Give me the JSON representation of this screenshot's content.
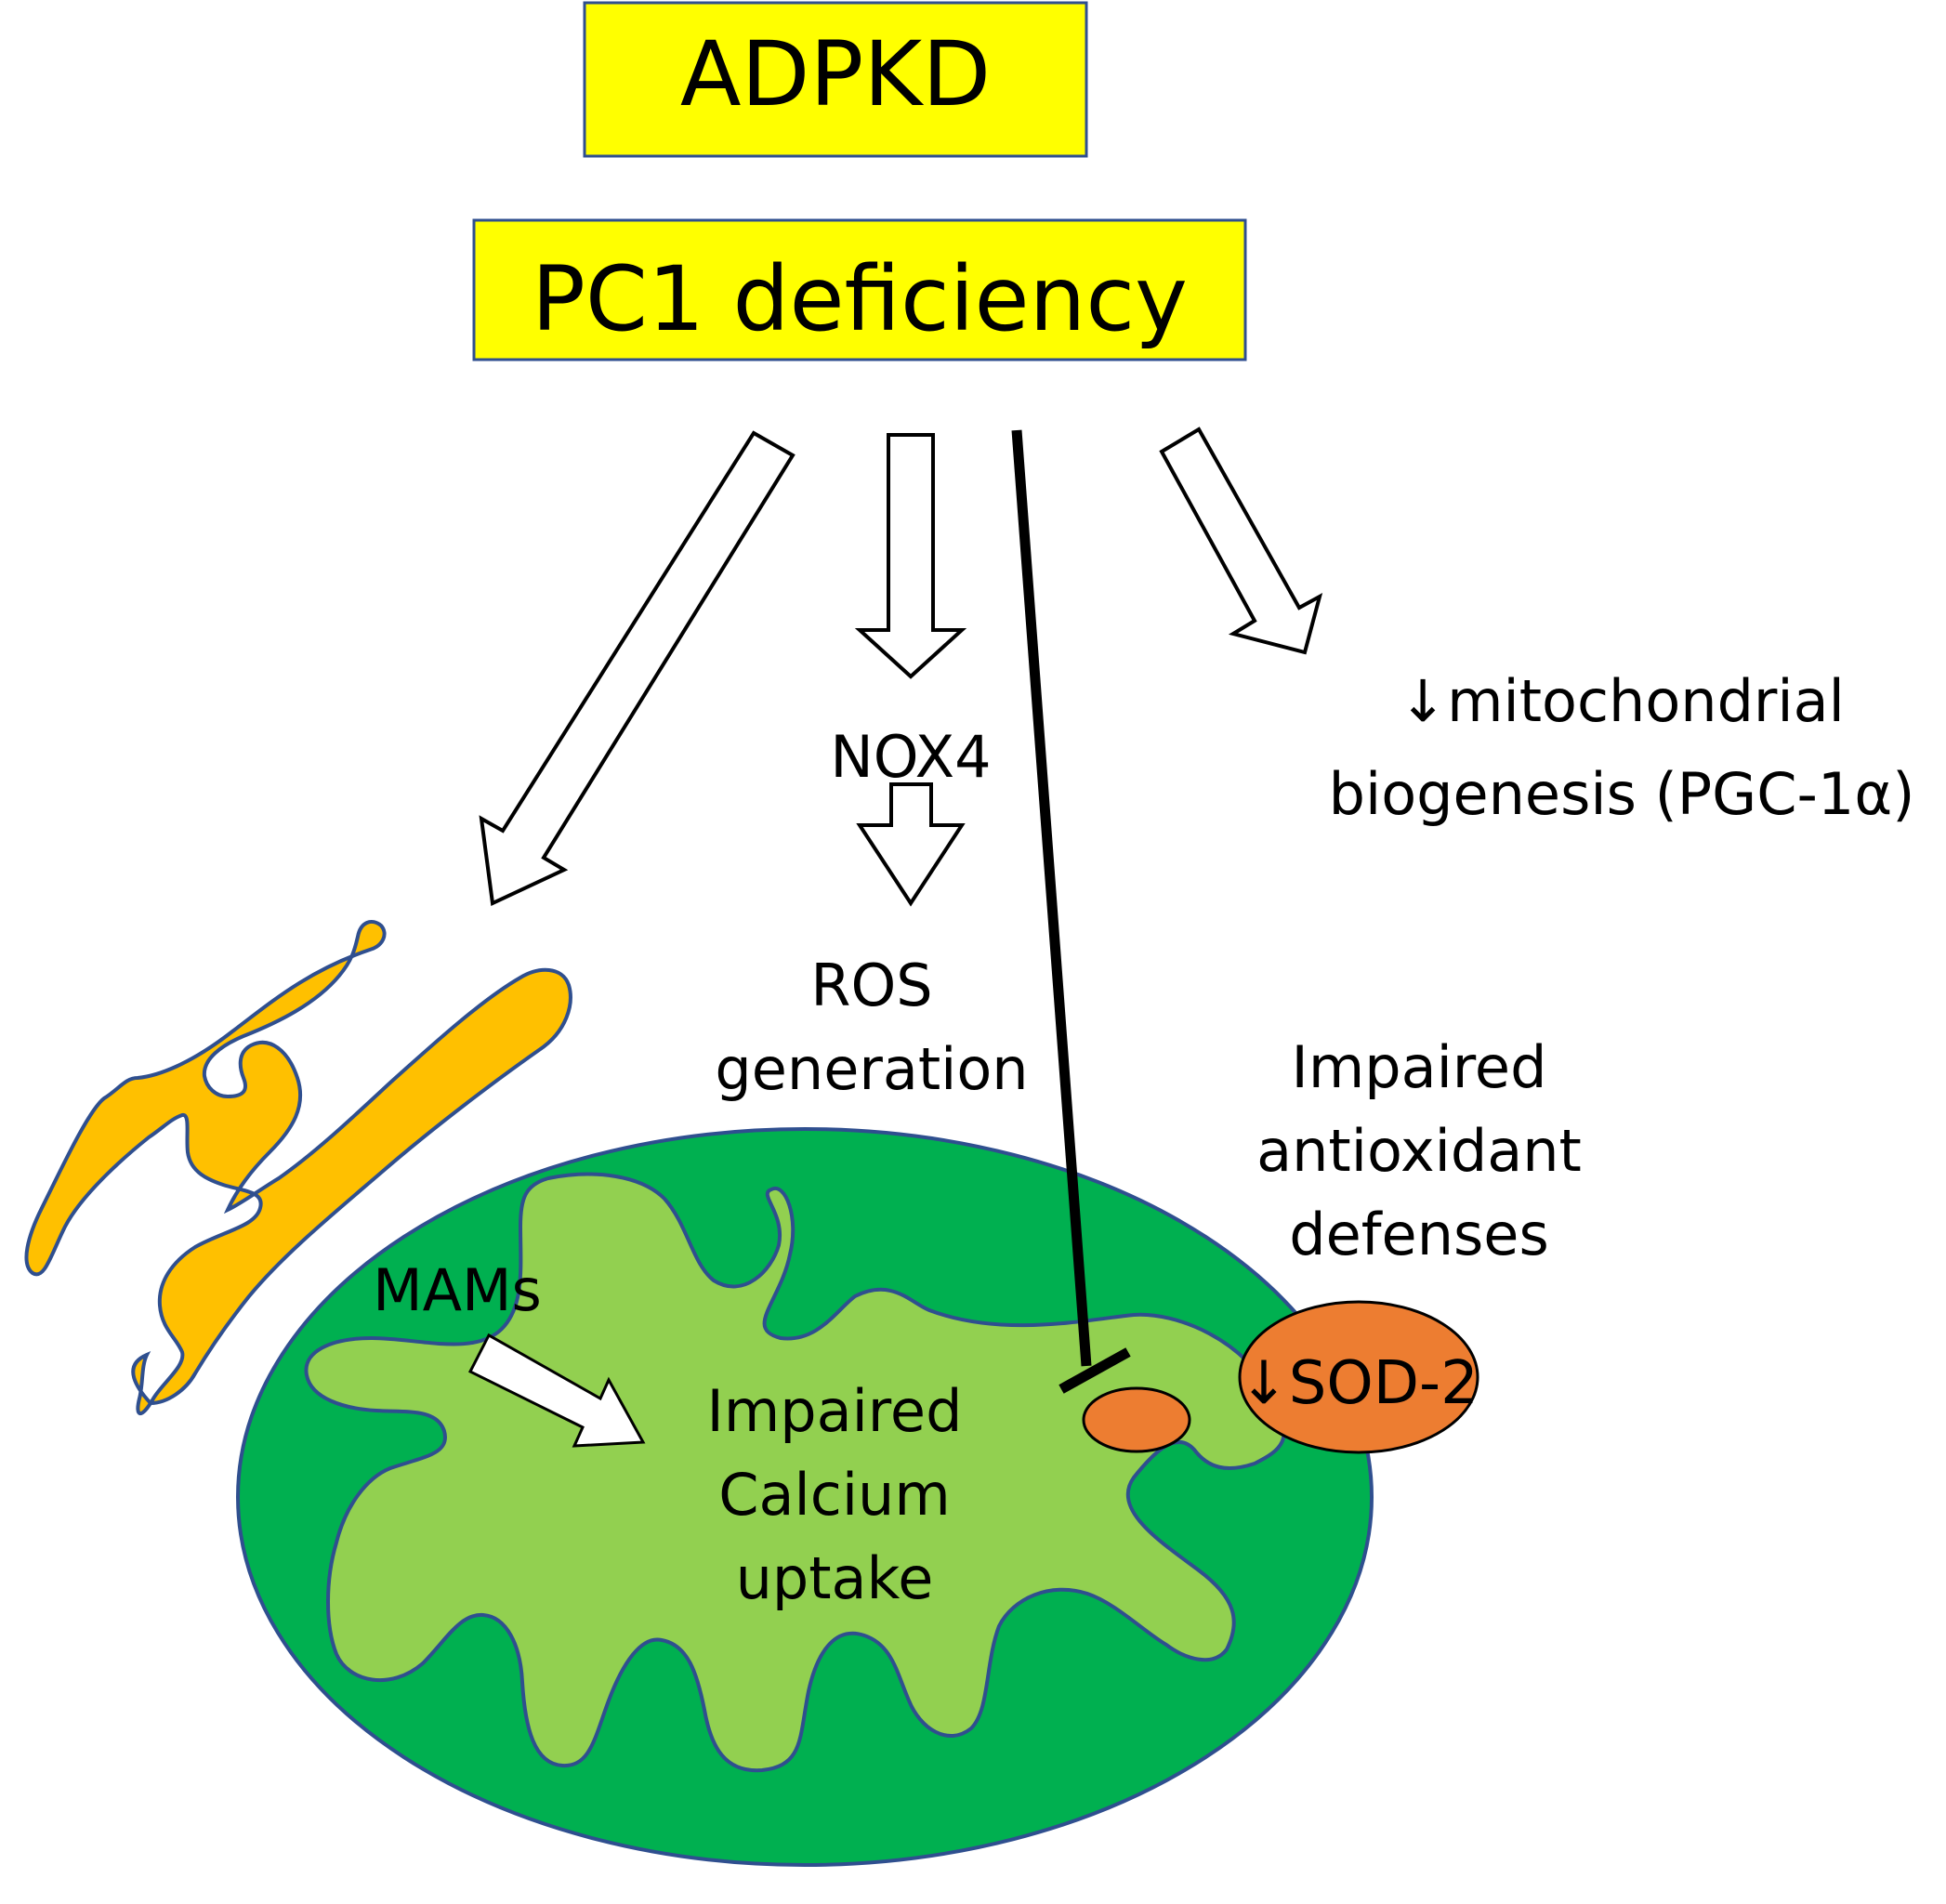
{
  "title_box": {
    "label": "ADPKD"
  },
  "cause_box": {
    "label": "PC1 deficiency"
  },
  "labels": {
    "nox4": "NOX4",
    "ros_line1": "ROS",
    "ros_line2": "generation",
    "mito_line1": "↓mitochondrial",
    "mito_line2": "biogenesis (PGC-1α)",
    "antiox_line1": "Impaired",
    "antiox_line2": "antioxidant",
    "antiox_line3": "defenses",
    "mams": "MAMs",
    "calcium_line1": "Impaired",
    "calcium_line2": "Calcium",
    "calcium_line3": "uptake",
    "sod2": "↓SOD-2"
  },
  "colors": {
    "box_fill": "#ffff00",
    "box_border": "#2f4f8f",
    "mito_outer": "#00b050",
    "mito_inner": "#92d050",
    "er": "#ffc000",
    "sod": "#ed7d31",
    "outline": "#2f4f8f"
  }
}
